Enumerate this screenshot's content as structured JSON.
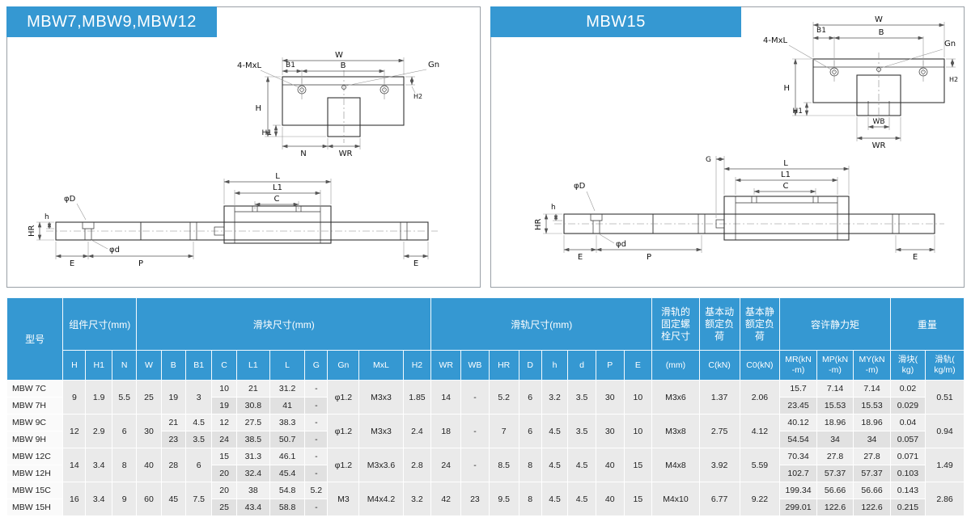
{
  "colors": {
    "accent": "#3598d2",
    "row_light": "#f0f0f0",
    "row_dark": "#e1e1e1",
    "merged_cell": "#eaeaea"
  },
  "panels": [
    {
      "title": "MBW7,MBW9,MBW12",
      "section_labels": {
        "W": "W",
        "B": "B",
        "B1": "B1",
        "Gn": "Gn",
        "MxL": "4-MxL",
        "H": "H",
        "H1": "H1",
        "H2": "H2",
        "N": "N",
        "WR": "WR"
      },
      "side_labels": {
        "L": "L",
        "L1": "L1",
        "C": "C",
        "dD": "φD",
        "HR": "HR",
        "h": "h",
        "E1": "E",
        "P": "P",
        "dd": "φd",
        "E2": "E"
      }
    },
    {
      "title": "MBW15",
      "section_labels": {
        "W": "W",
        "B": "B",
        "B1": "B1",
        "Gn": "Gn",
        "MxL": "4-MxL",
        "H": "H",
        "H1": "H1",
        "H2": "H2",
        "WB": "WB",
        "WR": "WR"
      },
      "side_labels": {
        "G": "G",
        "L": "L",
        "L1": "L1",
        "C": "C",
        "dD": "φD",
        "HR": "HR",
        "h": "h",
        "E1": "E",
        "P": "P",
        "dd": "φd",
        "E2": "E"
      }
    }
  ],
  "table": {
    "groups": {
      "model": "型号",
      "assembly": "组件尺寸(mm)",
      "block": "滑块尺寸(mm)",
      "rail": "滑轨尺寸(mm)",
      "bolt": "滑轨的\n固定螺\n栓尺寸",
      "dynamic": "基本动\n额定负\n荷",
      "static": "基本静\n额定负\n荷",
      "moment": "容许静力矩",
      "weight": "重量"
    },
    "cols": [
      "H",
      "H1",
      "N",
      "W",
      "B",
      "B1",
      "C",
      "L1",
      "L",
      "G",
      "Gn",
      "MxL",
      "H2",
      "WR",
      "WB",
      "HR",
      "D",
      "h",
      "d",
      "P",
      "E",
      "(mm)",
      "C(kN)",
      "C0(kN)",
      "MR(kN\n-m)",
      "MP(kN\n-m)",
      "MY(kN\n-m)",
      "滑块(\nkg)",
      "滑轨(\nkg/m)"
    ],
    "rows": [
      {
        "model": "MBW 7C",
        "H": "9",
        "H1": "1.9",
        "N": "5.5",
        "W": "25",
        "B": "19",
        "B1": "3",
        "C": "10",
        "L1": "21",
        "L": "31.2",
        "G": "-",
        "Gn": "φ1.2",
        "MxL": "M3x3",
        "H2": "1.85",
        "WR": "14",
        "WB": "-",
        "HR": "5.2",
        "D": "6",
        "h": "3.2",
        "d": "3.5",
        "P": "30",
        "E": "10",
        "bolt": "M3x6",
        "Ck": "1.37",
        "C0": "2.06",
        "MR": "15.7",
        "MP": "7.14",
        "MY": "7.14",
        "mkg": "0.02",
        "rkg": "0.51"
      },
      {
        "model": "MBW 7H",
        "C": "19",
        "L1": "30.8",
        "L": "41",
        "G": "-",
        "MR": "23.45",
        "MP": "15.53",
        "MY": "15.53",
        "mkg": "0.029"
      },
      {
        "model": "MBW 9C",
        "H": "12",
        "H1": "2.9",
        "N": "6",
        "W": "30",
        "B": "21",
        "B1": "4.5",
        "C": "12",
        "L1": "27.5",
        "L": "38.3",
        "G": "-",
        "Gn": "φ1.2",
        "MxL": "M3x3",
        "H2": "2.4",
        "WR": "18",
        "WB": "-",
        "HR": "7",
        "D": "6",
        "h": "4.5",
        "d": "3.5",
        "P": "30",
        "E": "10",
        "bolt": "M3x8",
        "Ck": "2.75",
        "C0": "4.12",
        "MR": "40.12",
        "MP": "18.96",
        "MY": "18.96",
        "mkg": "0.04",
        "rkg": "0.94"
      },
      {
        "model": "MBW 9H",
        "B": "23",
        "B1": "3.5",
        "C": "24",
        "L1": "38.5",
        "L": "50.7",
        "G": "-",
        "MR": "54.54",
        "MP": "34",
        "MY": "34",
        "mkg": "0.057"
      },
      {
        "model": "MBW 12C",
        "H": "14",
        "H1": "3.4",
        "N": "8",
        "W": "40",
        "B": "28",
        "B1": "6",
        "C": "15",
        "L1": "31.3",
        "L": "46.1",
        "G": "-",
        "Gn": "φ1.2",
        "MxL": "M3x3.6",
        "H2": "2.8",
        "WR": "24",
        "WB": "-",
        "HR": "8.5",
        "D": "8",
        "h": "4.5",
        "d": "4.5",
        "P": "40",
        "E": "15",
        "bolt": "M4x8",
        "Ck": "3.92",
        "C0": "5.59",
        "MR": "70.34",
        "MP": "27.8",
        "MY": "27.8",
        "mkg": "0.071",
        "rkg": "1.49"
      },
      {
        "model": "MBW 12H",
        "C": "20",
        "L1": "32.4",
        "L": "45.4",
        "G": "-",
        "MR": "102.7",
        "MP": "57.37",
        "MY": "57.37",
        "mkg": "0.103"
      },
      {
        "model": "MBW 15C",
        "H": "16",
        "H1": "3.4",
        "N": "9",
        "W": "60",
        "B": "45",
        "B1": "7.5",
        "C": "20",
        "L1": "38",
        "L": "54.8",
        "G": "5.2",
        "Gn": "M3",
        "MxL": "M4x4.2",
        "H2": "3.2",
        "WR": "42",
        "WB": "23",
        "HR": "9.5",
        "D": "8",
        "h": "4.5",
        "d": "4.5",
        "P": "40",
        "E": "15",
        "bolt": "M4x10",
        "Ck": "6.77",
        "C0": "9.22",
        "MR": "199.34",
        "MP": "56.66",
        "MY": "56.66",
        "mkg": "0.143",
        "rkg": "2.86"
      },
      {
        "model": "MBW 15H",
        "C": "25",
        "L1": "43.4",
        "L": "58.8",
        "G": "-",
        "MR": "299.01",
        "MP": "122.6",
        "MY": "122.6",
        "mkg": "0.215"
      }
    ]
  }
}
